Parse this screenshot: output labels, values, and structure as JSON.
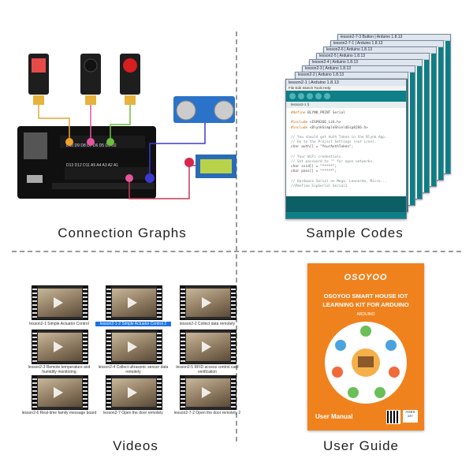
{
  "quadrants": {
    "connection": {
      "title": "Connection Graphs"
    },
    "code": {
      "title": "Sample Codes"
    },
    "videos": {
      "title": "Videos"
    },
    "guide": {
      "title": "User Guide"
    }
  },
  "code_windows": [
    "lesson2-7-3 Button | Arduino 1.8.13",
    "lesson2-7-1 | Arduino 1.8.13",
    "lesson2-6 | Arduino 1.8.13",
    "lesson2-5 | Arduino 1.8.13",
    "lesson2-4 | Arduino 1.8.13",
    "lesson2-3 | Arduino 1.8.13",
    "lesson2-2 | Arduino 1.8.13",
    "lesson2-1 | Arduino 1.8.13"
  ],
  "front_window": {
    "title": "lesson2-1 | Arduino 1.8.13",
    "menu": "File  Edit  Sketch  Tools  Help",
    "tab": "lesson2-1 §"
  },
  "videos": [
    {
      "caption": "lesson2-1 Simple Actuator Control",
      "highlight": false
    },
    {
      "caption": "lesson2-1-2 Simple Actuator Control 2",
      "highlight": true
    },
    {
      "caption": "lesson2-2 Collect data remotely",
      "highlight": false
    },
    {
      "caption": "lesson2-3 Remote temperature and humidity monitoring",
      "highlight": false
    },
    {
      "caption": "lesson2-4 Collect ultrasonic sensor data remotely",
      "highlight": false
    },
    {
      "caption": "lesson2-5 RFID access control card verification",
      "highlight": false
    },
    {
      "caption": "lesson2-6 Real-time family message board",
      "highlight": false
    },
    {
      "caption": "lesson2-7 Open the door remotely",
      "highlight": false
    },
    {
      "caption": "lesson2-7-2 Open the door remotely 2",
      "highlight": false
    }
  ],
  "manual": {
    "brand": "OSOYOO",
    "title_line1": "OSOYOO SMART HOUSE IOT",
    "title_line2": "LEARNING KIT FOR ARDUINO",
    "subtitle": "ARDUINO",
    "footer": "User Manual",
    "age": "AGES 14+"
  },
  "board_labels": {
    "top_pins": "D10 D9 D8 D7 D6 D5 D3 D2",
    "bottom_pins": "D13 D12 D11 A5 A4 A3 A2 A1"
  },
  "colors": {
    "teal": "#0e7f86",
    "orange": "#f0821e",
    "accent_blue": "#1a73e8"
  }
}
